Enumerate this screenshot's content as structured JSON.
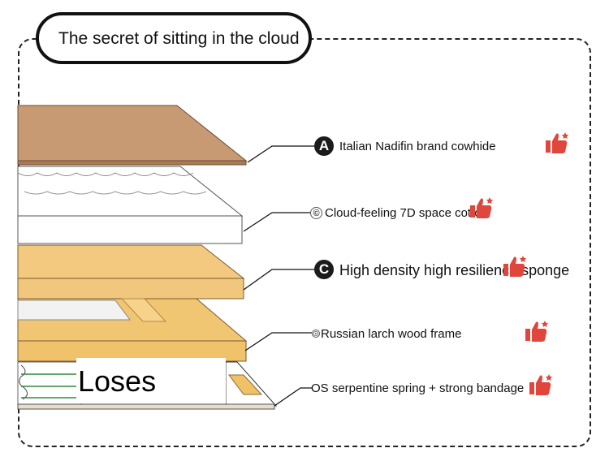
{
  "title": "The secret of sitting in the cloud",
  "overlay_label": "Loses",
  "layers": [
    {
      "badge": "A",
      "label": "Italian Nadifin brand cowhide",
      "material": "cowhide",
      "color": "#c89a73",
      "icon": "thumbs-up-icon"
    },
    {
      "badge": "©",
      "label": "Cloud-feeling 7D space cotton",
      "material": "cotton",
      "color": "#ffffff",
      "icon": "thumbs-up-icon"
    },
    {
      "badge": "C",
      "label": "High density high resilience sponge",
      "material": "sponge",
      "color": "#f0c77c",
      "icon": "thumbs-up-icon"
    },
    {
      "badge": "☉",
      "label": "Russian larch wood frame",
      "material": "wood",
      "color": "#f1c673",
      "icon": "thumbs-up-icon"
    },
    {
      "badge": "",
      "label": "OS serpentine spring + strong bandage",
      "material": "spring",
      "color": "#e8dccb",
      "icon": "thumbs-up-icon"
    }
  ],
  "colors": {
    "accent": "#e0463c",
    "outline": "#222222",
    "leader": "#111111"
  }
}
